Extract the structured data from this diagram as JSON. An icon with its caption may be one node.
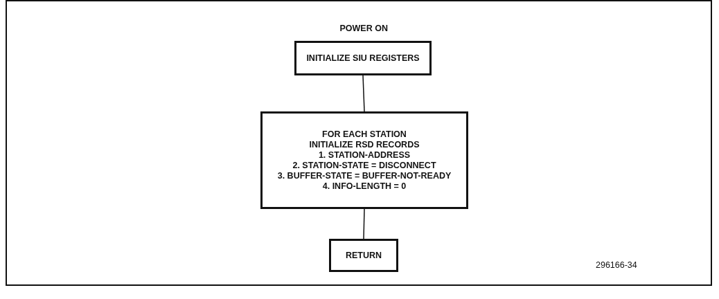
{
  "diagram": {
    "nodes": [
      {
        "text": [
          "INITIALIZE SIU REGISTERS"
        ]
      },
      {
        "text": [
          "FOR EACH STATION INITIALIZE RSD RECORDS",
          "1. STATION-ADDRESS",
          "2. STATION-STATE = DISCONNECT",
          "3. BUFFER-STATE = BUFFER-NOT-READY",
          "4. INFO-LENGTH = 0"
        ]
      },
      {
        "text": [
          "RETURN"
        ]
      }
    ],
    "edges": [
      {
        "from": 0,
        "to": 1,
        "arrow": "none"
      },
      {
        "from": 1,
        "to": 2,
        "arrow": "none"
      }
    ],
    "labels": [
      "POWER ON",
      "296166-34"
    ]
  }
}
